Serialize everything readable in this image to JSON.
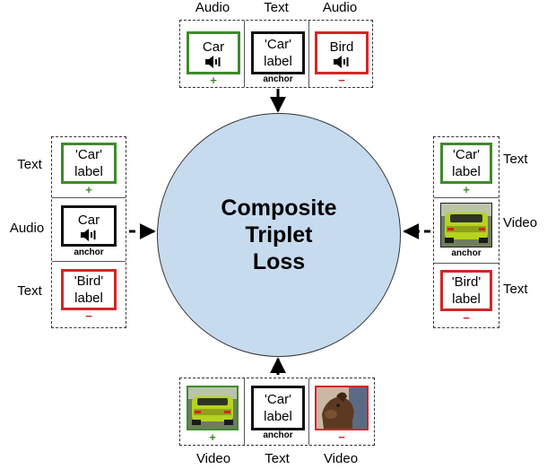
{
  "diagram": {
    "center_label": "Composite\nTriplet\nLoss",
    "top": {
      "headers": [
        "Audio",
        "Text",
        "Audio"
      ],
      "cells": [
        {
          "text": "Car",
          "icon": "speaker-icon",
          "marker": "+"
        },
        {
          "text": "'Car'\nlabel",
          "marker": "anchor"
        },
        {
          "text": "Bird",
          "icon": "speaker-icon",
          "marker": "−"
        }
      ]
    },
    "left": {
      "labels": [
        "Text",
        "Audio",
        "Text"
      ],
      "cells": [
        {
          "text": "'Car'\nlabel",
          "marker": "+"
        },
        {
          "text": "Car",
          "icon": "speaker-icon",
          "marker": "anchor"
        },
        {
          "text": "'Bird'\nlabel",
          "marker": "−"
        }
      ]
    },
    "right": {
      "labels": [
        "Text",
        "Video",
        "Text"
      ],
      "cells": [
        {
          "text": "'Car'\nlabel",
          "marker": "+"
        },
        {
          "image": "car-rear-image",
          "marker": "anchor"
        },
        {
          "text": "'Bird'\nlabel",
          "marker": "−"
        }
      ]
    },
    "bottom": {
      "footers": [
        "Video",
        "Text",
        "Video"
      ],
      "cells": [
        {
          "image": "car-rear-image",
          "marker": "+"
        },
        {
          "text": "'Car'\nlabel",
          "marker": "anchor"
        },
        {
          "image": "dog-image",
          "marker": "−"
        }
      ]
    },
    "colors": {
      "positive": "#3f8a2c",
      "negative": "#d32626",
      "anchor": "#111111",
      "circle_fill": "#c7dbef"
    }
  }
}
